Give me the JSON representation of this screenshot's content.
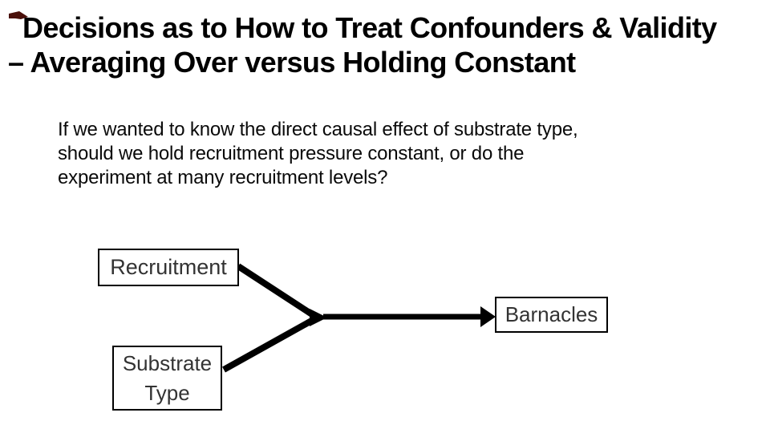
{
  "title": {
    "line1": "Decisions as to How to Treat Confounders & Validity",
    "line2": "– Averaging Over versus Holding Constant"
  },
  "body": {
    "line1": "If we wanted to know the direct causal effect of substrate type,",
    "line2": "should we hold recruitment pressure constant, or do the",
    "line3": "experiment at many recruitment levels?"
  },
  "diagram": {
    "nodes": {
      "recruitment": "Recruitment",
      "barnacles": "Barnacles",
      "substrate": "Substrate Type"
    },
    "edges": [
      "recruitment -> junction",
      "substrate -> junction",
      "junction -> barnacles"
    ]
  },
  "colors": {
    "accent_mark": "#4a100a",
    "ink": "#000000",
    "node_text": "#333333"
  }
}
